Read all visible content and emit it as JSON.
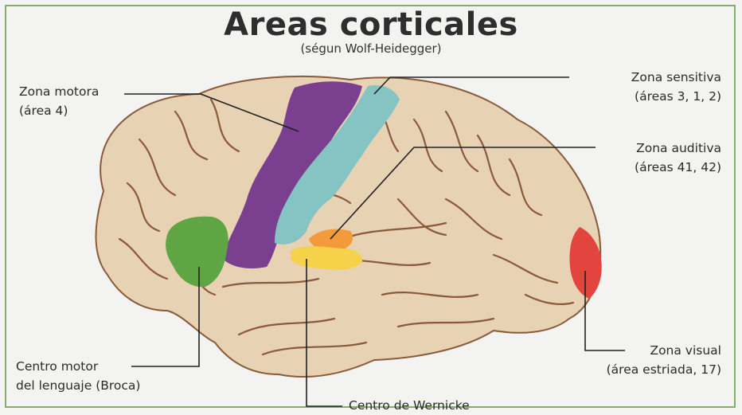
{
  "title": "Areas corticales",
  "subtitle": "(ségun Wolf-Heidegger)",
  "labels": {
    "motora_1": "Zona motora",
    "motora_2": "(área 4)",
    "sensitiva_1": "Zona sensitiva",
    "sensitiva_2": "(áreas 3, 1, 2)",
    "auditiva_1": "Zona auditiva",
    "auditiva_2": "(áreas 41, 42)",
    "visual_1": "Zona visual",
    "visual_2": "(área estriada, 17)",
    "broca_1": "Centro motor",
    "broca_2": "del lenguaje (Broca)",
    "wernicke": "Centro de Wernicke"
  },
  "colors": {
    "background": "#f3f3f1",
    "border": "#7fb069",
    "brain": "#e8d2b4",
    "sulcus": "#8a5a3a",
    "motor": "#7b3f8f",
    "sensory": "#86c3c3",
    "auditory": "#f39a3a",
    "wernicke": "#f6d24a",
    "broca": "#5fa544",
    "visual": "#e2453d"
  }
}
